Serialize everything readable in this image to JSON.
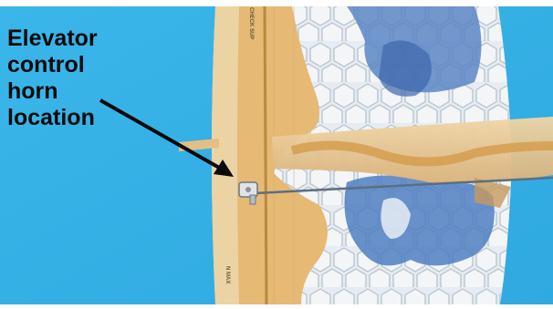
{
  "photo": {
    "callout_lines": [
      "Elevator",
      "control",
      "horn",
      "location"
    ],
    "wing_print_top": "CHECK SUP",
    "wing_print_bottom": "N MAX",
    "colors": {
      "sky": "#35b2e6",
      "covering_tan": "#e6b974",
      "covering_pale": "#ecd9b0",
      "hex_light": "#e6ecf2",
      "blue_pattern": "#4f7fc2",
      "arrow": "#0a0a0a"
    }
  }
}
